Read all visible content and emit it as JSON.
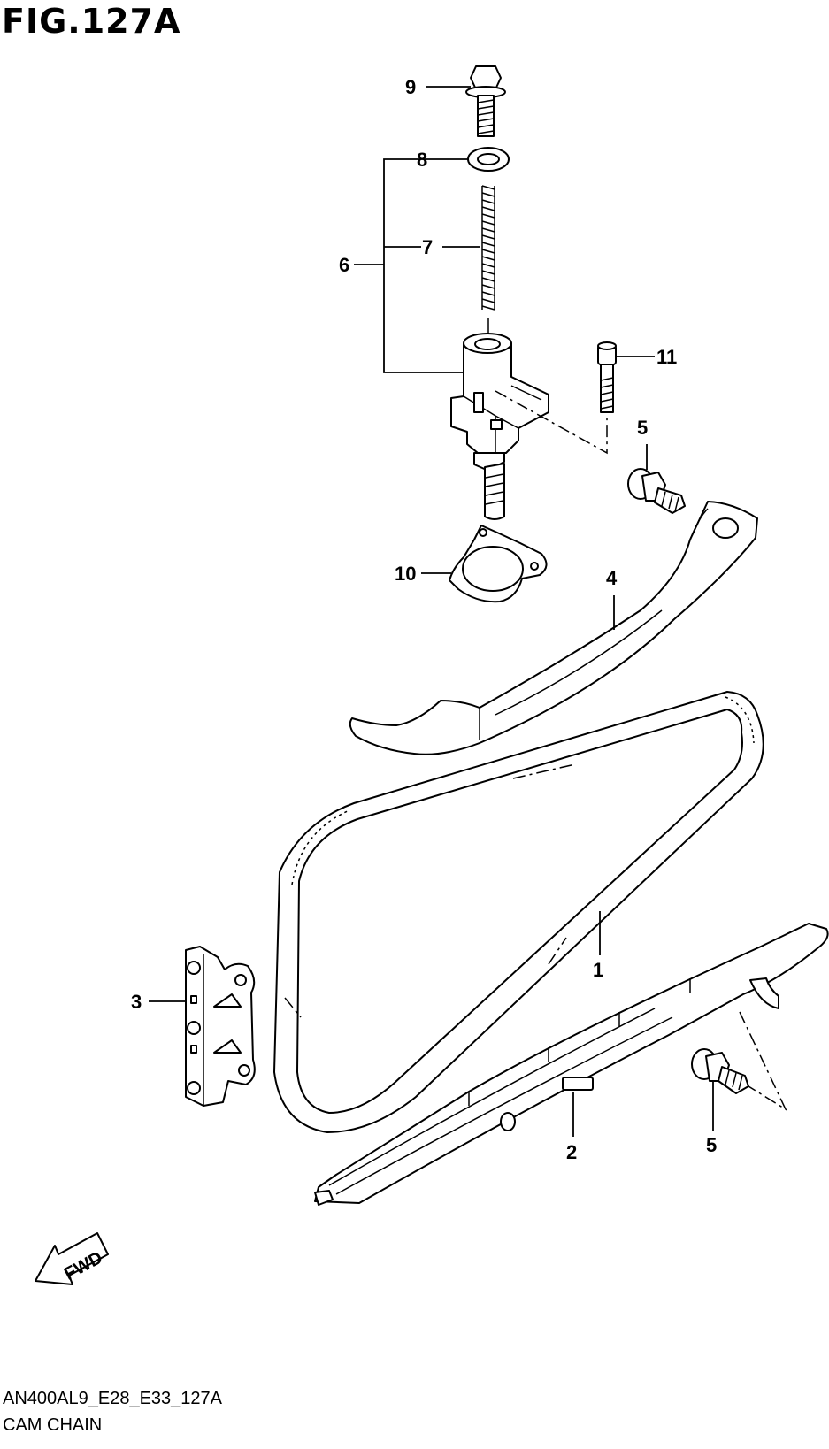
{
  "figure": {
    "title": "FIG.127A",
    "code": "AN400AL9_E28_E33_127A",
    "name": "CAM CHAIN"
  },
  "callouts": {
    "c1": "1",
    "c2": "2",
    "c3": "3",
    "c4": "4",
    "c5a": "5",
    "c5b": "5",
    "c6": "6",
    "c7": "7",
    "c8": "8",
    "c9": "9",
    "c10": "10",
    "c11": "11"
  },
  "direction_badge": "FWD"
}
